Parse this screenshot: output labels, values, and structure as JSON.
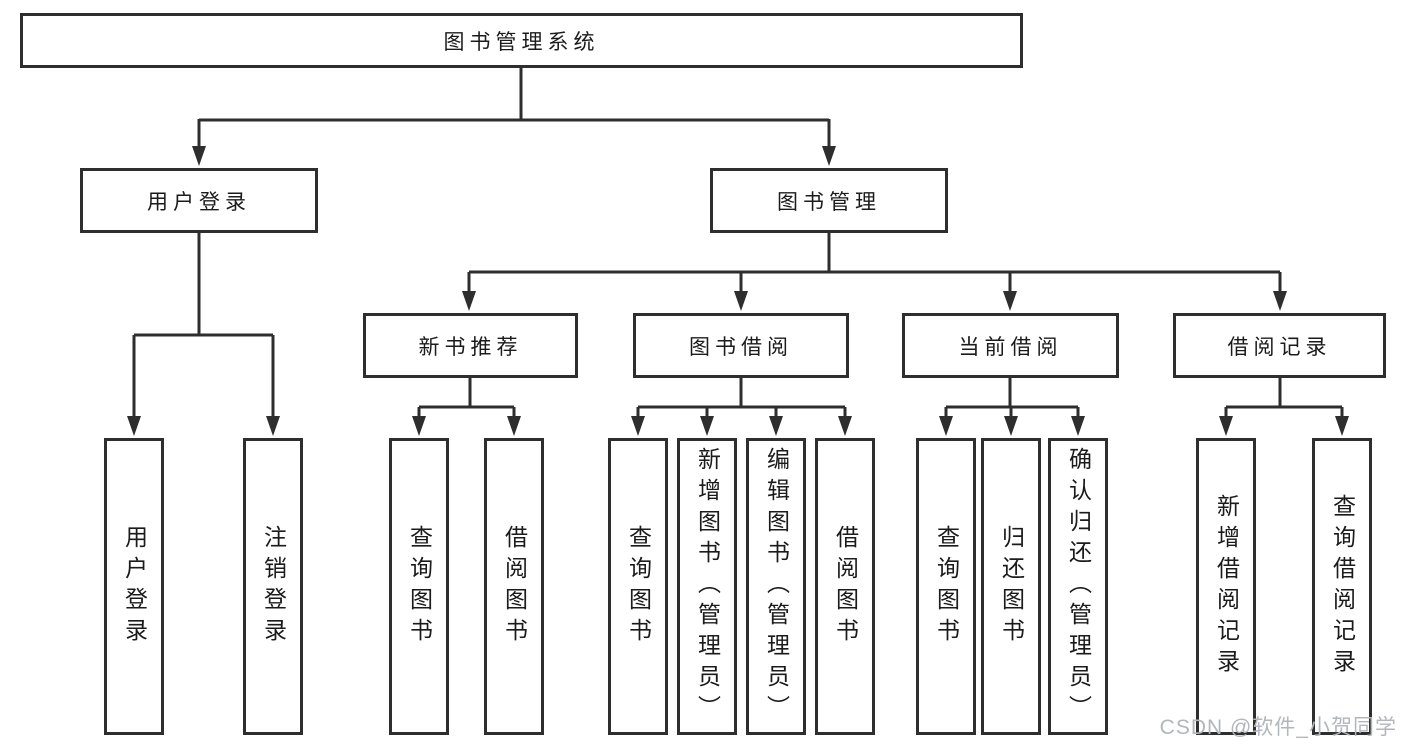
{
  "tree": {
    "root": {
      "label": "图书管理系统",
      "children": [
        {
          "label": "用户登录",
          "children": [
            {
              "label": "用户登录"
            },
            {
              "label": "注销登录"
            }
          ]
        },
        {
          "label": "图书管理",
          "children": [
            {
              "label": "新书推荐",
              "children": [
                {
                  "label": "查询图书"
                },
                {
                  "label": "借阅图书"
                }
              ]
            },
            {
              "label": "图书借阅",
              "children": [
                {
                  "label": "查询图书"
                },
                {
                  "label": "新增图书（管理员）"
                },
                {
                  "label": "编辑图书（管理员）"
                },
                {
                  "label": "借阅图书"
                }
              ]
            },
            {
              "label": "当前借阅",
              "children": [
                {
                  "label": "查询图书"
                },
                {
                  "label": "归还图书"
                },
                {
                  "label": "确认归还（管理员）"
                }
              ]
            },
            {
              "label": "借阅记录",
              "children": [
                {
                  "label": "新增借阅记录"
                },
                {
                  "label": "查询借阅记录"
                }
              ]
            }
          ]
        }
      ]
    }
  },
  "watermark": {
    "text": "CSDN @软件_小贺同学"
  },
  "colors": {
    "line": "#2e2e2e",
    "box_border": "#2e2e2e",
    "text": "#1b1b1b",
    "watermark": "#b2b6bd",
    "background": "#ffffff"
  }
}
